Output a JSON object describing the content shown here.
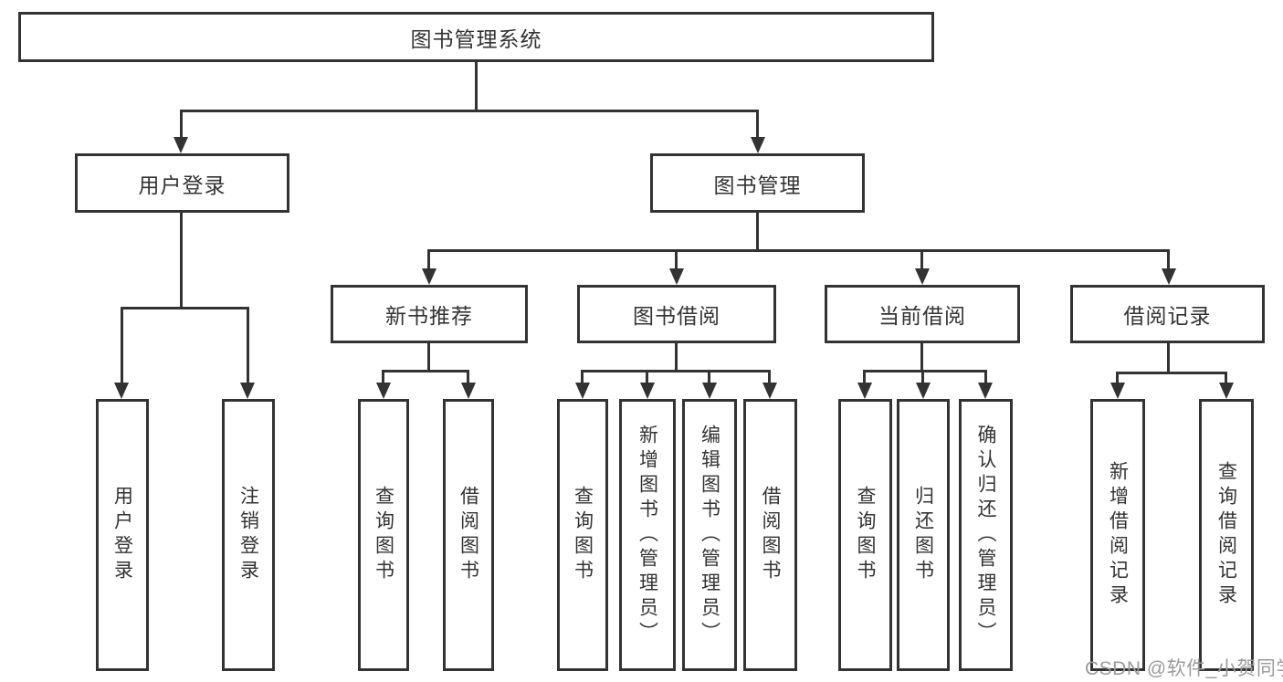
{
  "diagram": {
    "root": {
      "label": "图书管理系统"
    },
    "level2": [
      {
        "label": "用户登录"
      },
      {
        "label": "图书管理"
      }
    ],
    "level3": [
      {
        "label": "新书推荐"
      },
      {
        "label": "图书借阅"
      },
      {
        "label": "当前借阅"
      },
      {
        "label": "借阅记录"
      }
    ],
    "leaves": [
      {
        "label": "用户登录"
      },
      {
        "label": "注销登录"
      },
      {
        "label": "查询图书"
      },
      {
        "label": "借阅图书"
      },
      {
        "label": "查询图书"
      },
      {
        "label": "新增图书（管理员）"
      },
      {
        "label": "编辑图书（管理员）"
      },
      {
        "label": "借阅图书"
      },
      {
        "label": "查询图书"
      },
      {
        "label": "归还图书"
      },
      {
        "label": "确认归还（管理员）"
      },
      {
        "label": "新增借阅记录"
      },
      {
        "label": "查询借阅记录"
      }
    ]
  },
  "watermark": {
    "text": "CSDN @软件_小贺同学"
  },
  "colors": {
    "line": "#333333",
    "box_border": "#333333",
    "text": "#333333",
    "watermark": "#9b9b9b",
    "background": "#ffffff"
  }
}
